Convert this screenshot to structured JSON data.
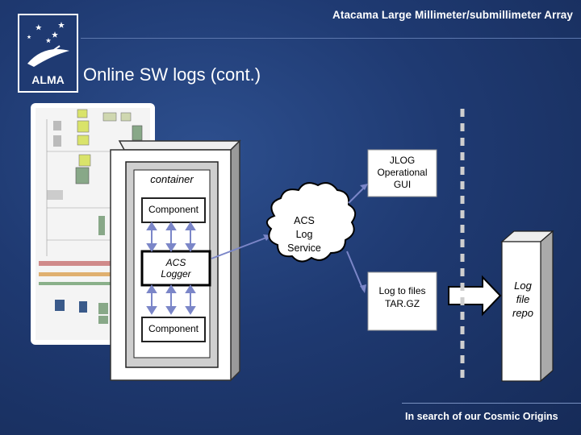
{
  "header": {
    "org_name": "Atacama Large Millimeter/submillimeter Array"
  },
  "logo": {
    "text": "ALMA"
  },
  "slide": {
    "title": "Online SW logs (cont.)"
  },
  "footer": {
    "tagline": "In search of our Cosmic Origins"
  },
  "diagram": {
    "container_label": "container",
    "component_top": "Component",
    "acs_logger": [
      "ACS",
      "Logger"
    ],
    "component_bottom": "Component",
    "cloud": [
      "ACS",
      "Log",
      "Service"
    ],
    "jlog": [
      "JLOG",
      "Operational",
      "GUI"
    ],
    "log_files": [
      "Log to files",
      "TAR.GZ"
    ],
    "repo": [
      "Log",
      "file",
      "repo"
    ]
  },
  "colors": {
    "background": "#1f3a72",
    "box_fill": "#ffffff",
    "container_fill": "#cfcfcf"
  }
}
